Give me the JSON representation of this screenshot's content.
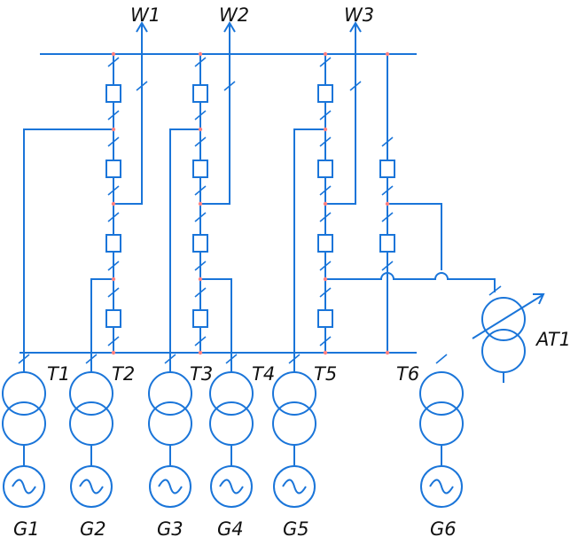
{
  "lines": {
    "w1": "W1",
    "w2": "W2",
    "w3": "W3"
  },
  "transformers": {
    "t1": "T1",
    "t2": "T2",
    "t3": "T3",
    "t4": "T4",
    "t5": "T5",
    "t6": "T6",
    "at1": "AT1"
  },
  "generators": {
    "g1": "G1",
    "g2": "G2",
    "g3": "G3",
    "g4": "G4",
    "g5": "G5",
    "g6": "G6"
  },
  "colors": {
    "wire": "#1a75d9",
    "junction": "#ff8080",
    "label": "#111111"
  }
}
